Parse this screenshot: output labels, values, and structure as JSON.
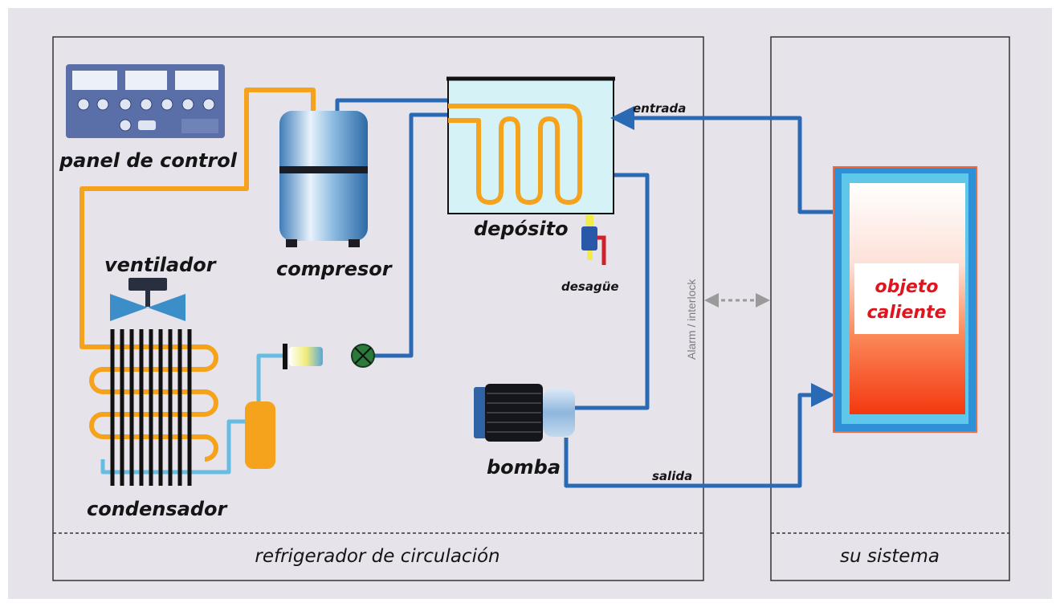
{
  "labels": {
    "panel": "panel de control",
    "compressor": "compresor",
    "fan": "ventilador",
    "condenser": "condensador",
    "tank": "depósito",
    "drain": "desagüe",
    "pump": "bomba",
    "inlet": "entrada",
    "outlet": "salida",
    "alarm": "Alarm / interlock",
    "object_line1": "objeto",
    "object_line2": "caliente",
    "chiller": "refrigerador de circulación",
    "your_system": "su sistema"
  },
  "colors": {
    "background": "#e6e3eb",
    "refrigerant_hot": "#f5a21c",
    "water_line": "#2a6ab5",
    "refrigerant_cold": "#66bde0",
    "hot_object_text": "#e0141e",
    "frame": "#333333"
  }
}
